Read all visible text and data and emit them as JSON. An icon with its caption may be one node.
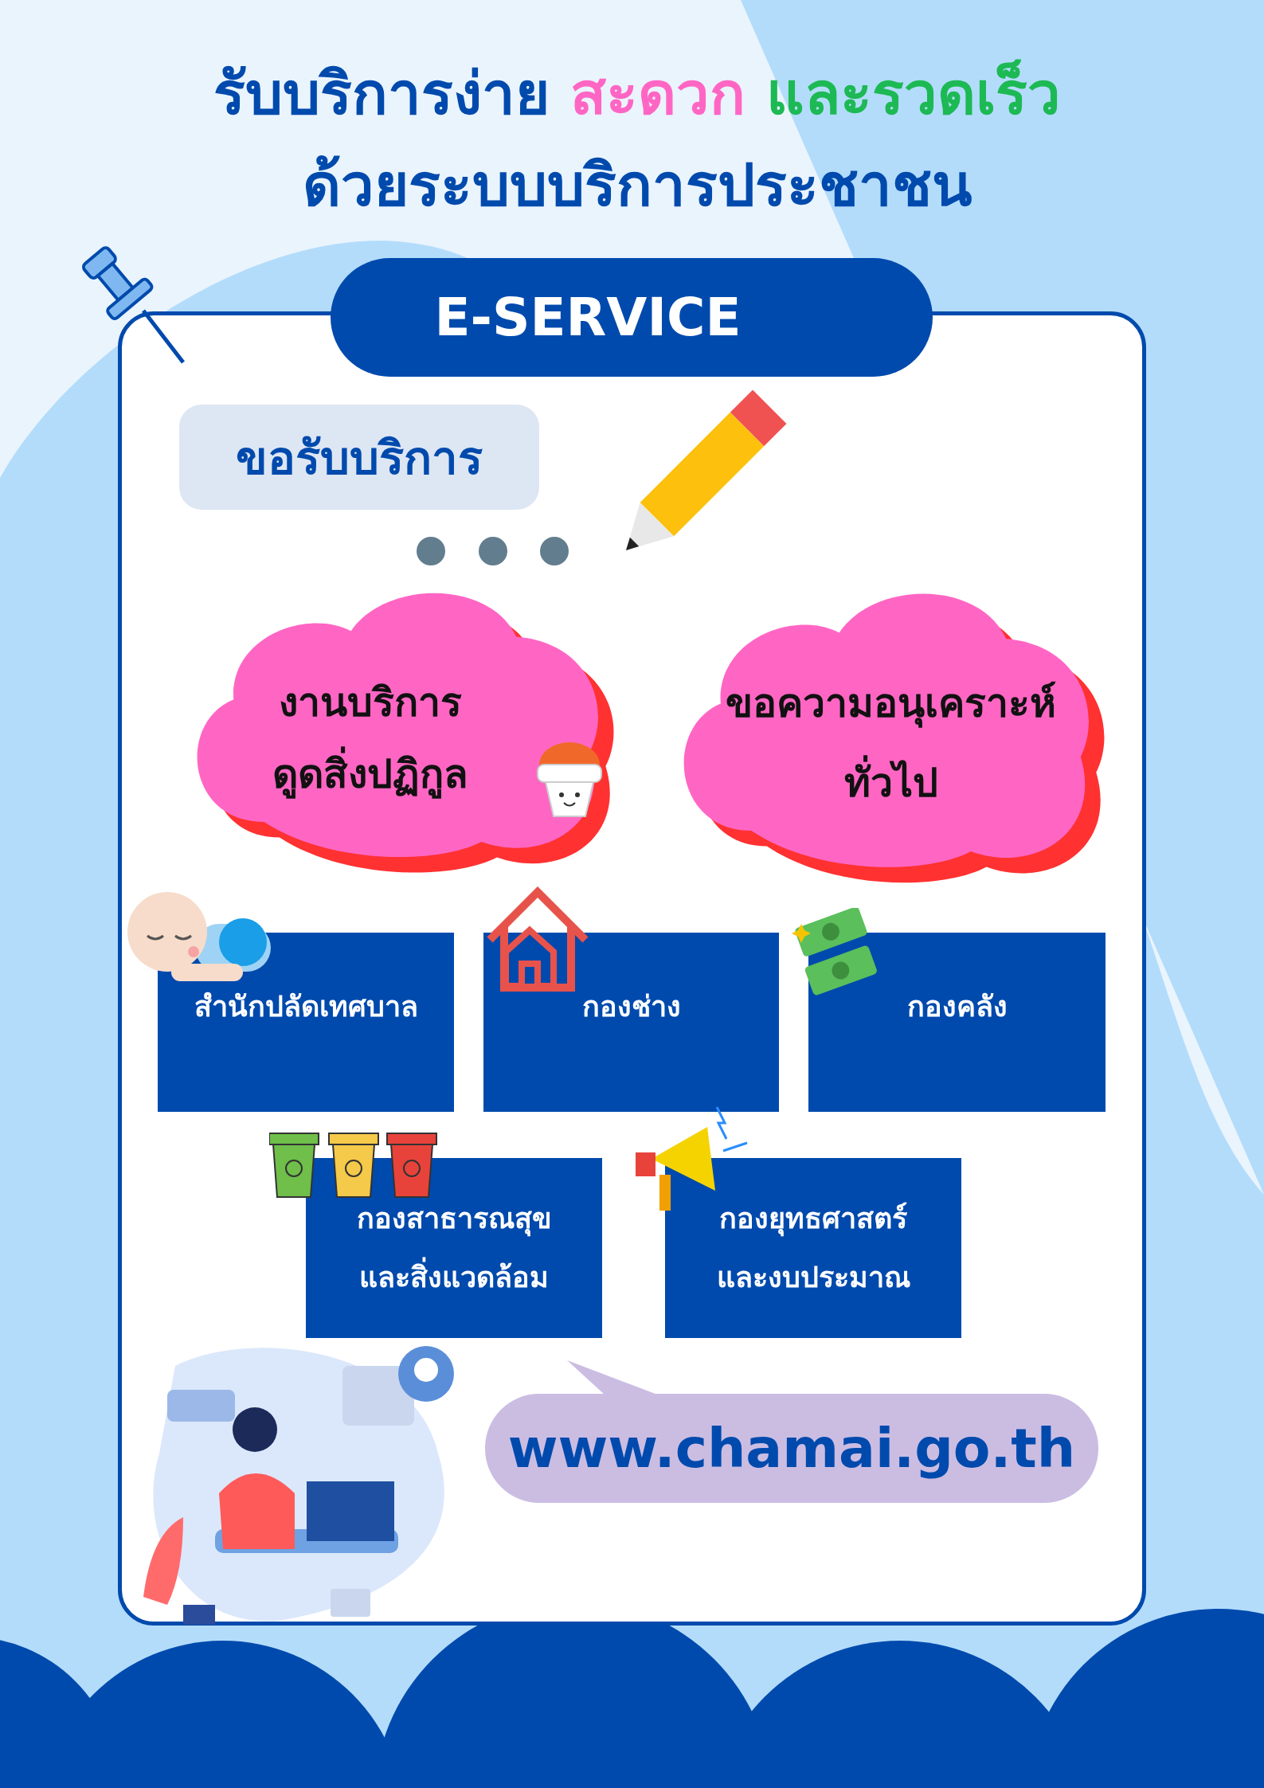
{
  "diagram": {
    "title": "รับบริการง่าย สะดวก และรวดเร็ว ด้วยระบบบริการประชาชน",
    "nodes": [
      {
        "text": [
          "E-SERVICE"
        ]
      },
      {
        "text": [
          "ขอรับบริการ"
        ]
      },
      {
        "text": [
          "งานบริการ ดูดสิ่งปฏิกูล"
        ]
      },
      {
        "text": [
          "ขอความอนุเคราะห์ ทั่วไป"
        ]
      },
      {
        "text": [
          "สำนักปลัดเทศบาล"
        ]
      },
      {
        "text": [
          "กองช่าง"
        ]
      },
      {
        "text": [
          "กองคลัง"
        ]
      },
      {
        "text": [
          "กองสาธารณสุข และสิ่งแวดล้อม"
        ]
      },
      {
        "text": [
          "กองยุทธศาสตร์ และงบประมาณ"
        ]
      },
      {
        "text": [
          "www.chamai.go.th"
        ]
      }
    ]
  }
}
